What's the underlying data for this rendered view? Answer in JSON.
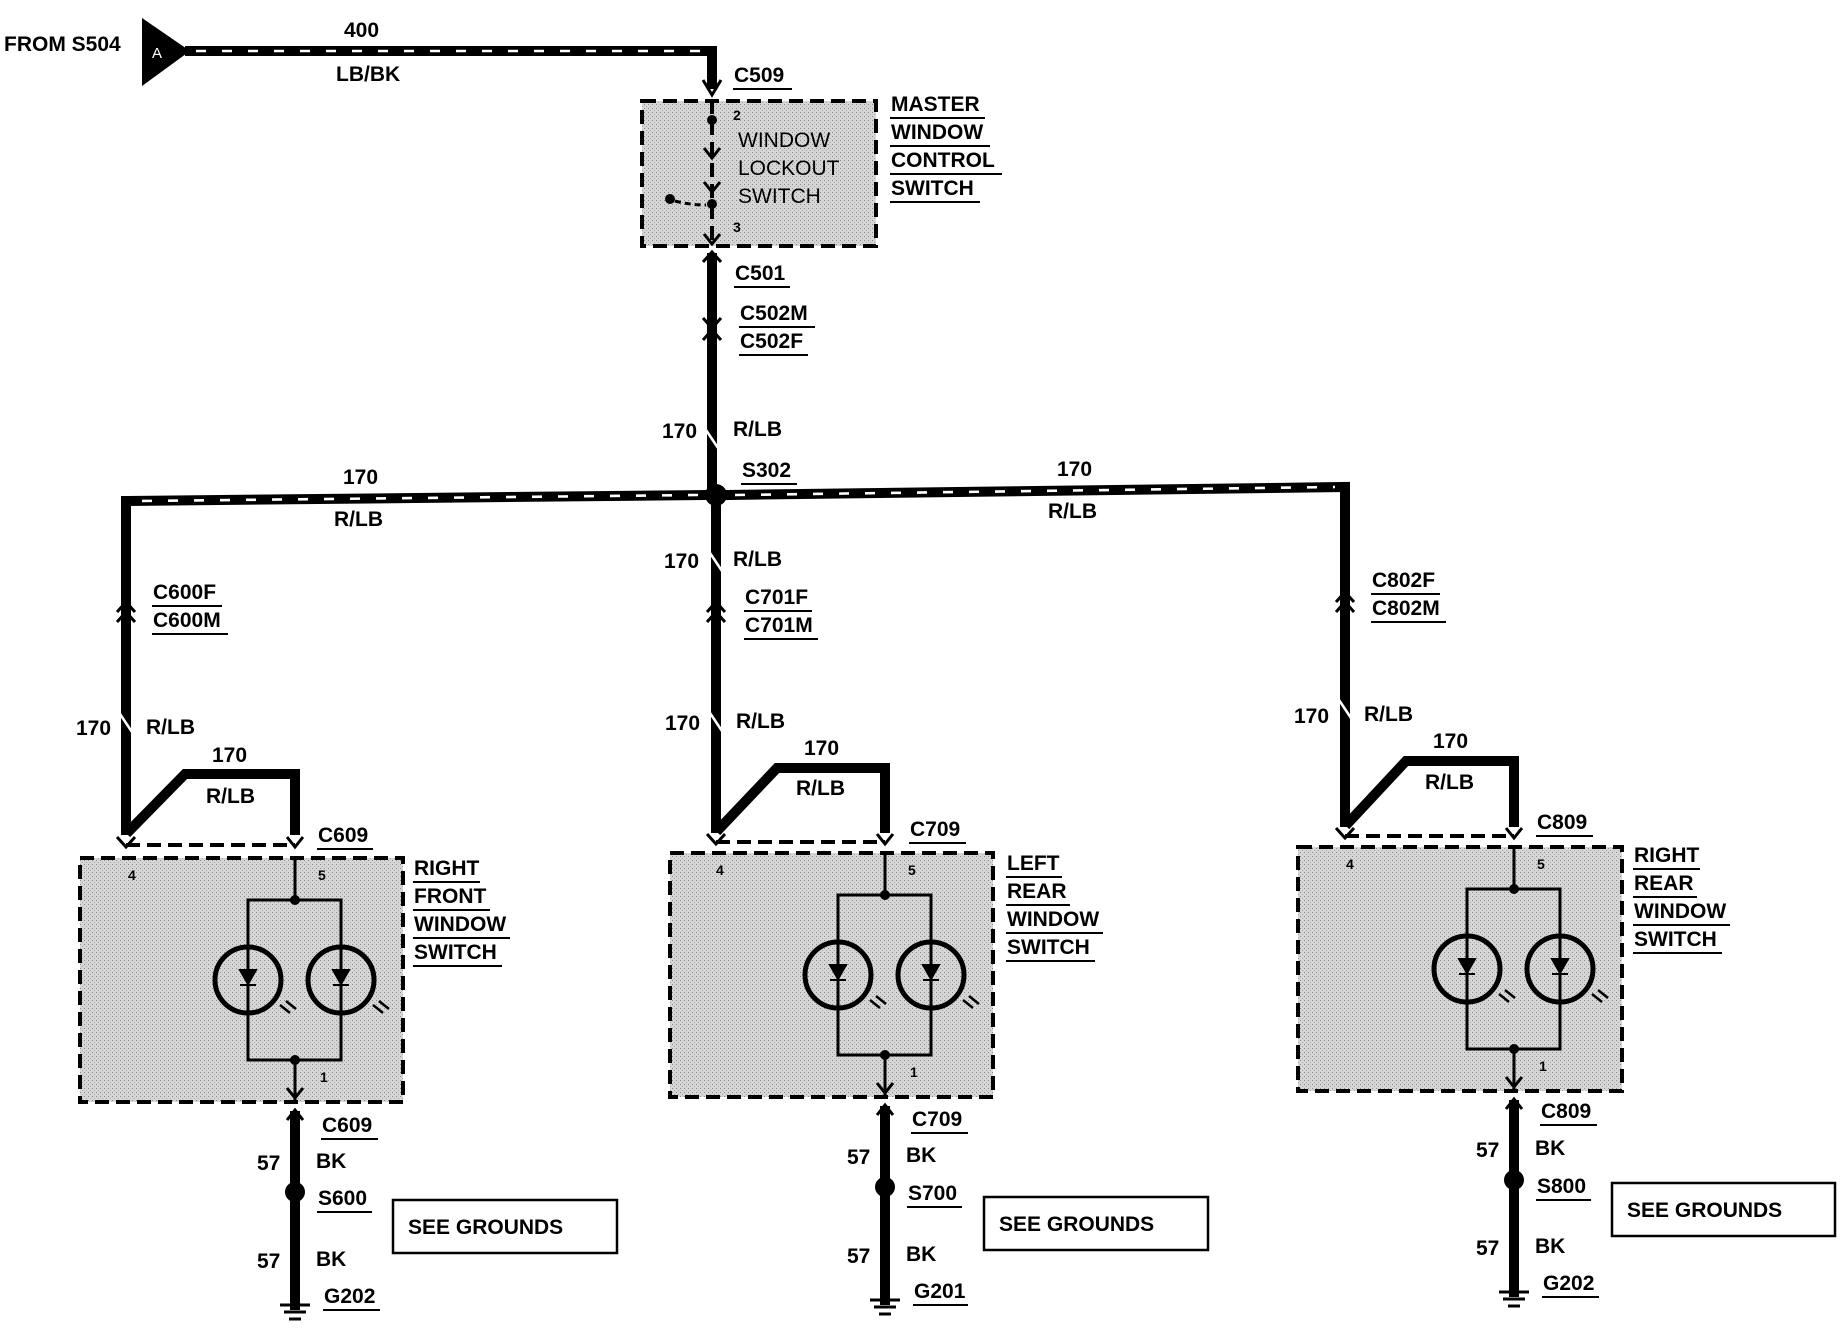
{
  "source": {
    "text": "FROM S504",
    "connector_letter": "A",
    "circuit": "400",
    "color": "LB/BK"
  },
  "master_switch": {
    "connector": "C509",
    "inner_lines": [
      "WINDOW",
      "LOCKOUT",
      "SWITCH"
    ],
    "pin_top": "2",
    "pin_bottom": "3",
    "label_lines": [
      "MASTER",
      "WINDOW",
      "CONTROL",
      "SWITCH"
    ]
  },
  "trunk": {
    "connectors": [
      "C501",
      "C502M",
      "C502F"
    ],
    "circuit": "170",
    "color": "R/LB",
    "splice": "S302"
  },
  "branch_left_wire": {
    "circuit": "170",
    "color": "R/LB"
  },
  "branch_right_wire": {
    "circuit": "170",
    "color": "R/LB"
  },
  "branches": [
    {
      "connectors": [
        "C600F",
        "C600M"
      ],
      "drop": {
        "circuit": "170",
        "color": "R/LB"
      },
      "jumper": {
        "circuit": "170",
        "color": "R/LB"
      },
      "switch_connector": "C609",
      "pins": [
        "4",
        "5",
        "1"
      ],
      "label_lines": [
        "RIGHT",
        "FRONT",
        "WINDOW",
        "SWITCH"
      ],
      "ground_connector": "C609",
      "ground_circuit_1": "57",
      "ground_color_1": "BK",
      "ground_splice": "S600",
      "ground_circuit_2": "57",
      "ground_color_2": "BK",
      "ground_point": "G202",
      "see_grounds": "SEE GROUNDS"
    },
    {
      "connectors": [
        "C701F",
        "C701M"
      ],
      "upper": {
        "circuit": "170",
        "color": "R/LB"
      },
      "drop": {
        "circuit": "170",
        "color": "R/LB"
      },
      "jumper": {
        "circuit": "170",
        "color": "R/LB"
      },
      "switch_connector": "C709",
      "pins": [
        "4",
        "5",
        "1"
      ],
      "label_lines": [
        "LEFT",
        "REAR",
        "WINDOW",
        "SWITCH"
      ],
      "ground_connector": "C709",
      "ground_circuit_1": "57",
      "ground_color_1": "BK",
      "ground_splice": "S700",
      "ground_circuit_2": "57",
      "ground_color_2": "BK",
      "ground_point": "G201",
      "see_grounds": "SEE GROUNDS"
    },
    {
      "connectors": [
        "C802F",
        "C802M"
      ],
      "drop": {
        "circuit": "170",
        "color": "R/LB"
      },
      "jumper": {
        "circuit": "170",
        "color": "R/LB"
      },
      "switch_connector": "C809",
      "pins": [
        "4",
        "5",
        "1"
      ],
      "label_lines": [
        "RIGHT",
        "REAR",
        "WINDOW",
        "SWITCH"
      ],
      "ground_connector": "C809",
      "ground_circuit_1": "57",
      "ground_color_1": "BK",
      "ground_splice": "S800",
      "ground_circuit_2": "57",
      "ground_color_2": "BK",
      "ground_point": "G202",
      "see_grounds": "SEE GROUNDS"
    }
  ]
}
